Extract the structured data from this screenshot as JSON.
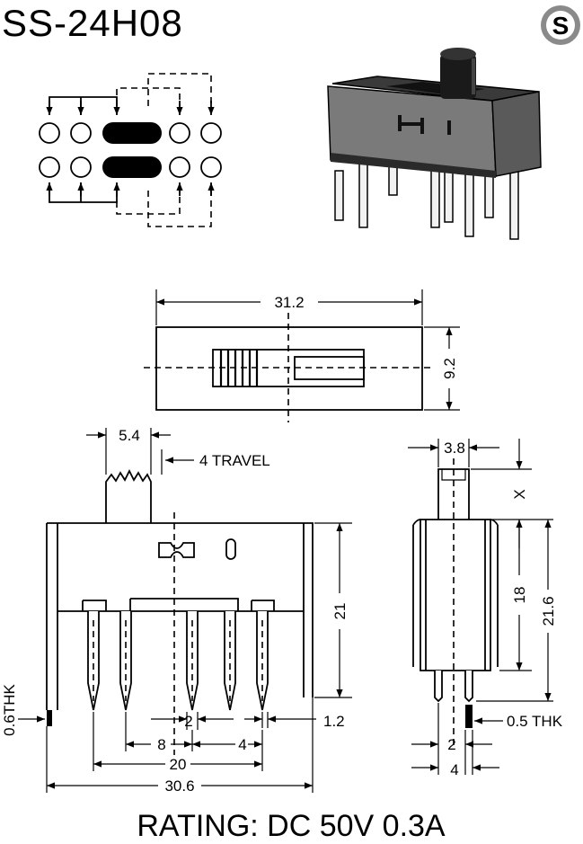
{
  "title": "SS-24H08",
  "logo_letter": "S",
  "rating": "RATING: DC 50V 0.3A",
  "top_view": {
    "width_dim": "31.2",
    "height_dim": "9.2"
  },
  "front_view": {
    "actuator_width": "5.4",
    "travel": "4 TRAVEL",
    "height_dim": "21",
    "plate_thk": "0.6THK",
    "pin_pitch_small": "2",
    "pin_offset": "1.2",
    "pitch_8": "8",
    "pitch_4": "4",
    "span_20": "20",
    "overall_30_6": "30.6"
  },
  "side_view": {
    "actuator_width": "3.8",
    "x_label": "X",
    "height_18": "18",
    "height_21_6": "21.6",
    "pin_thk": "0.5 THK",
    "pitch_2": "2",
    "pitch_4": "4"
  },
  "icons": {
    "logo": "s-logo-icon",
    "product": "slide-switch-illustration"
  }
}
